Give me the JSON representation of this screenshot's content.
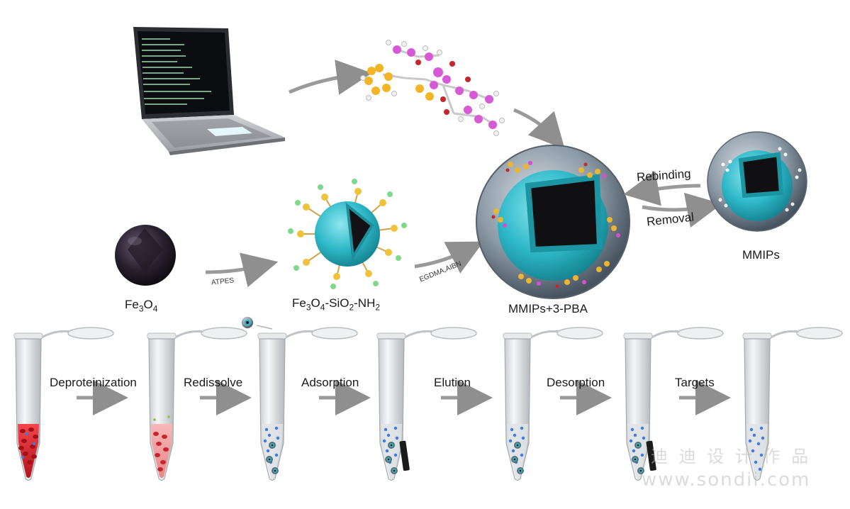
{
  "labels": {
    "fe3o4": {
      "base1": "Fe",
      "sub1": "3",
      "base2": "O",
      "sub2": "4"
    },
    "fe3o4_sio2_nh2": {
      "p1": "Fe",
      "s1": "3",
      "p2": "O",
      "s2": "4",
      "p3": "-SiO",
      "s3": "2",
      "p4": "-NH",
      "s4": "2"
    },
    "mmips_pba": "MMIPs+3-PBA",
    "mmips": "MMIPs",
    "rebinding": "Rebinding",
    "removal": "Removal",
    "atpes": "ATPES",
    "egdma_aibn": "EGDMA,AIBN"
  },
  "steps": [
    {
      "label": "Deproteinization"
    },
    {
      "label": "Redissolve"
    },
    {
      "label": "Adsorption"
    },
    {
      "label": "Elution"
    },
    {
      "label": "Desorption"
    },
    {
      "label": "Targets"
    }
  ],
  "watermark": {
    "cn": "迪 迪 设 计 作 品",
    "url": "www.sondii.com"
  },
  "colors": {
    "cyan": "#2fb9c9",
    "shell": "#7c8a96",
    "blood": "#d9242b",
    "arrow": "#8f8f8f",
    "core": "#1c1c1c"
  }
}
